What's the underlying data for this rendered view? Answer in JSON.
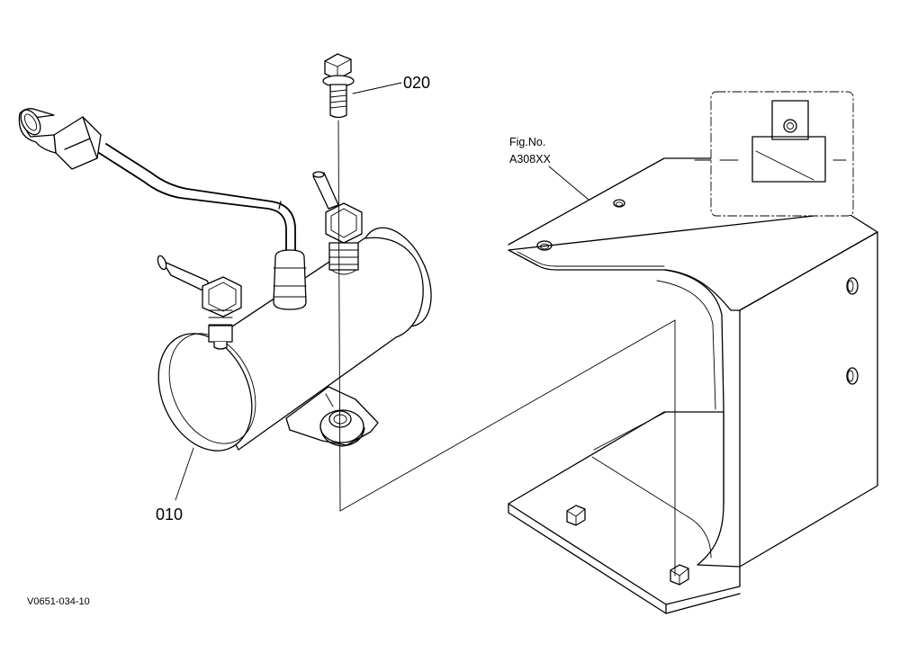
{
  "diagram": {
    "callouts": {
      "pump_part": "010",
      "bolt_part": "020"
    },
    "reference": {
      "line1": "Fig.No.",
      "line2": "A308XX"
    },
    "drawing_code": "V0651-034-10"
  }
}
